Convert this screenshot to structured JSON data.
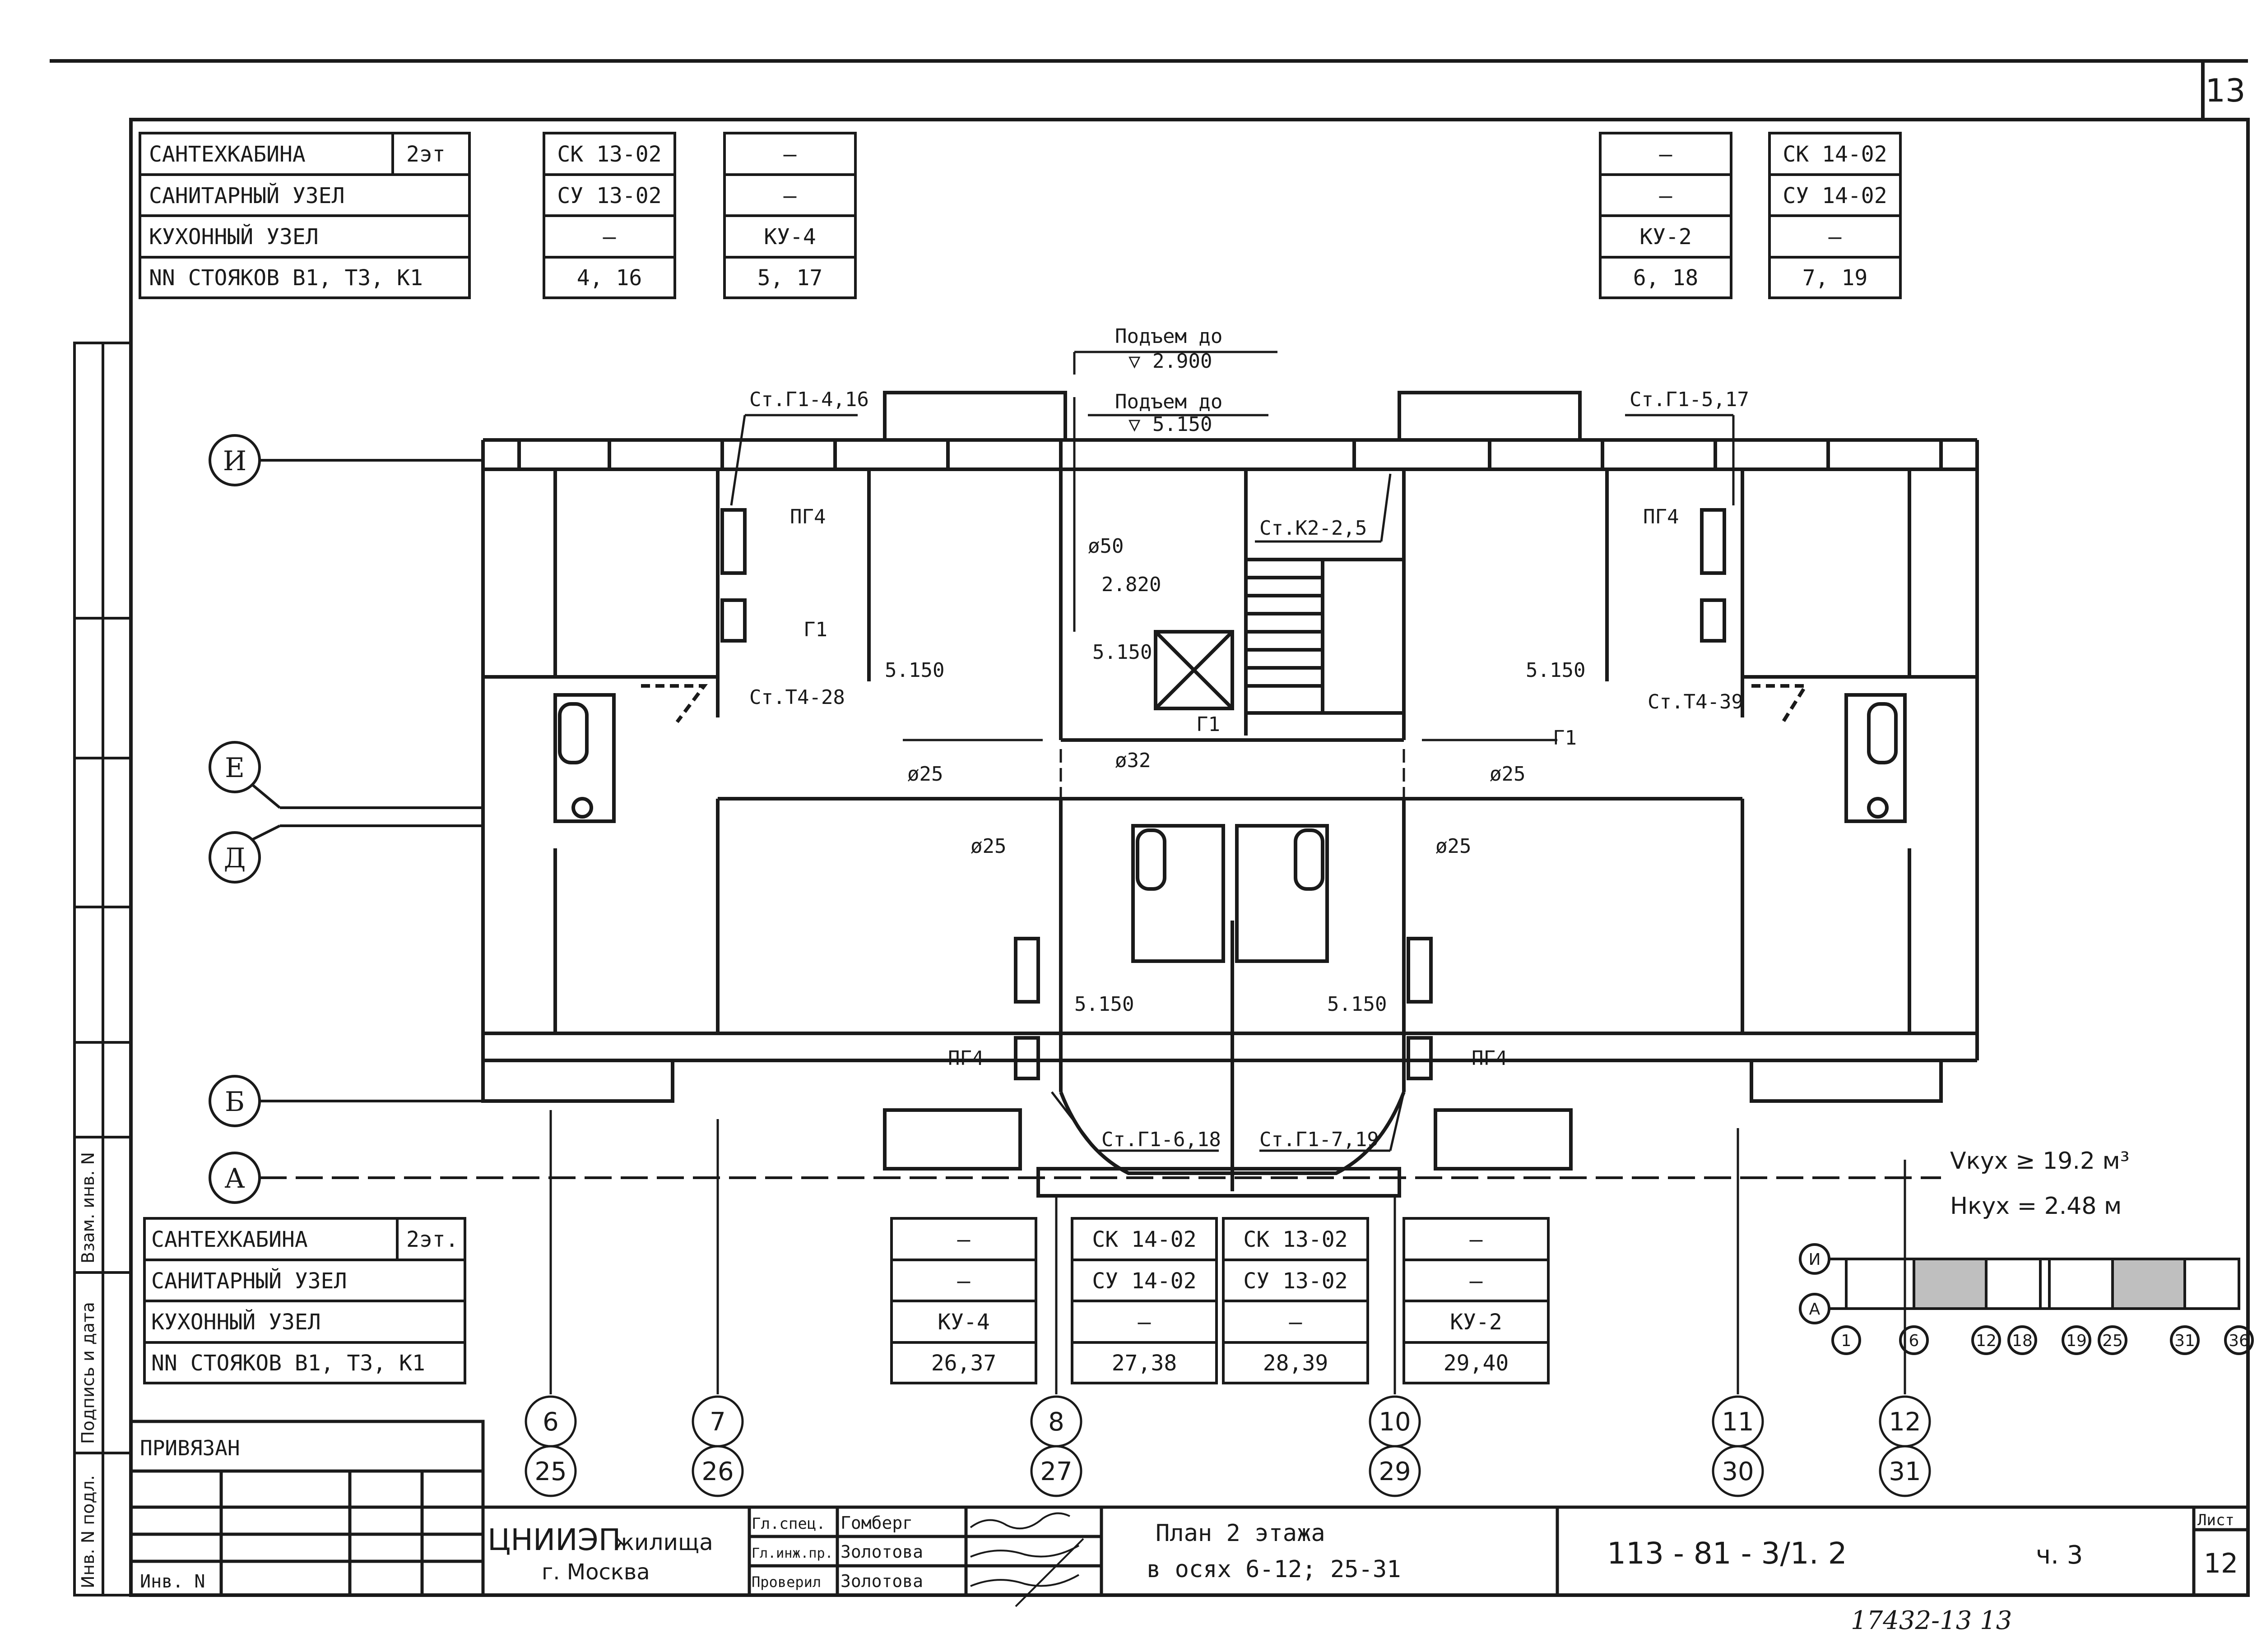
{
  "sheet_corner": "13",
  "top_left_table": {
    "rows": [
      {
        "label": "САНТЕХКАБИНА",
        "extra": "2эт"
      },
      {
        "label": "САНИТАРНЫЙ  УЗЕЛ"
      },
      {
        "label": "КУХОННЫЙ  УЗЕЛ"
      },
      {
        "label": "NN СТОЯКОВ  В1, Т3, К1"
      }
    ],
    "col1": [
      "СК 13-02",
      "СУ 13-02",
      "—",
      "4, 16"
    ],
    "col2": [
      "—",
      "—",
      "КУ-4",
      "5, 17"
    ]
  },
  "top_right_table": {
    "col1": [
      "—",
      "—",
      "КУ-2",
      "6, 18"
    ],
    "col2": [
      "СК 14-02",
      "СУ 14-02",
      "—",
      "7, 19"
    ]
  },
  "bottom_left_table": {
    "rows": [
      {
        "label": "САНТЕХКАБИНА",
        "extra": "2эт."
      },
      {
        "label": "САНИТАРНЫЙ  УЗЕЛ"
      },
      {
        "label": "КУХОННЫЙ  УЗЕЛ"
      },
      {
        "label": "NN СТОЯКОВ  В1, Т3, К1"
      }
    ]
  },
  "bottom_mid_tables": [
    {
      "cells": [
        "—",
        "—",
        "КУ-4",
        "26,37"
      ]
    },
    {
      "cells": [
        "СК 14-02",
        "СУ 14-02",
        "—",
        "27,38"
      ]
    },
    {
      "cells": [
        "СК 13-02",
        "СУ 13-02",
        "—",
        "28,39"
      ]
    },
    {
      "cells": [
        "—",
        "—",
        "КУ-2",
        "29,40"
      ]
    }
  ],
  "axes_rows": [
    "И",
    "Е",
    "Д",
    "Б",
    "А"
  ],
  "axes_cols": [
    {
      "top": "6",
      "bottom": "25"
    },
    {
      "top": "7",
      "bottom": "26"
    },
    {
      "top": "8",
      "bottom": "27"
    },
    {
      "top": "10",
      "bottom": "29"
    },
    {
      "top": "11",
      "bottom": "30"
    },
    {
      "top": "12",
      "bottom": "31"
    }
  ],
  "annotations": {
    "lift1": "Подъем до",
    "lift1_level": "▽ 2.900",
    "lift2": "Подъем до",
    "lift2_level": "▽ 5.150",
    "riser_tl": "Ст.Г1-4,16",
    "riser_tr": "Ст.Г1-5,17",
    "riser_k": "Ст.К2-2,5",
    "riser_t4_left": "Ст.Т4-28",
    "riser_t4_right": "Ст.Т4-39",
    "riser_bl": "Ст.Г1-6,18",
    "riser_br": "Ст.Г1-7,19",
    "pg4": "ПГ4",
    "g1": "Г1",
    "elev_5150": "5.150",
    "elev_2820": "2.820",
    "d50": "ø50",
    "d25": "ø25",
    "d32": "ø32",
    "vkux": "Vкух ≥ 19.2 м³",
    "hkux": "Нкух =  2.48 м"
  },
  "key_plan": {
    "rows": [
      "И",
      "А"
    ],
    "cols": [
      "1",
      "6",
      "12",
      "18",
      "19",
      "25",
      "31",
      "36"
    ]
  },
  "stamp": {
    "privyazan": "ПРИВЯЗАН",
    "inv": "Инв. N",
    "org_line1": "ЦНИИЭП",
    "org_line1b": "жилища",
    "org_line2": "г. Москва",
    "roles": [
      {
        "role": "Гл.спец.",
        "name": "Гомберг"
      },
      {
        "role": "Гл.инж.пр.",
        "name": "Золотова"
      },
      {
        "role": "Проверил",
        "name": "Золотова"
      }
    ],
    "title_line1": "План   2   этажа",
    "title_line2": "в осях  6-12; 25-31",
    "code": "113 - 81 - 3/1. 2",
    "part": "ч. 3",
    "sheet_label": "Лист",
    "sheet_no": "12"
  },
  "side_labels": [
    "Инв. N подл.",
    "Подпись и дата",
    "Взам. инв. N"
  ],
  "footer_number": "17432-13  13"
}
